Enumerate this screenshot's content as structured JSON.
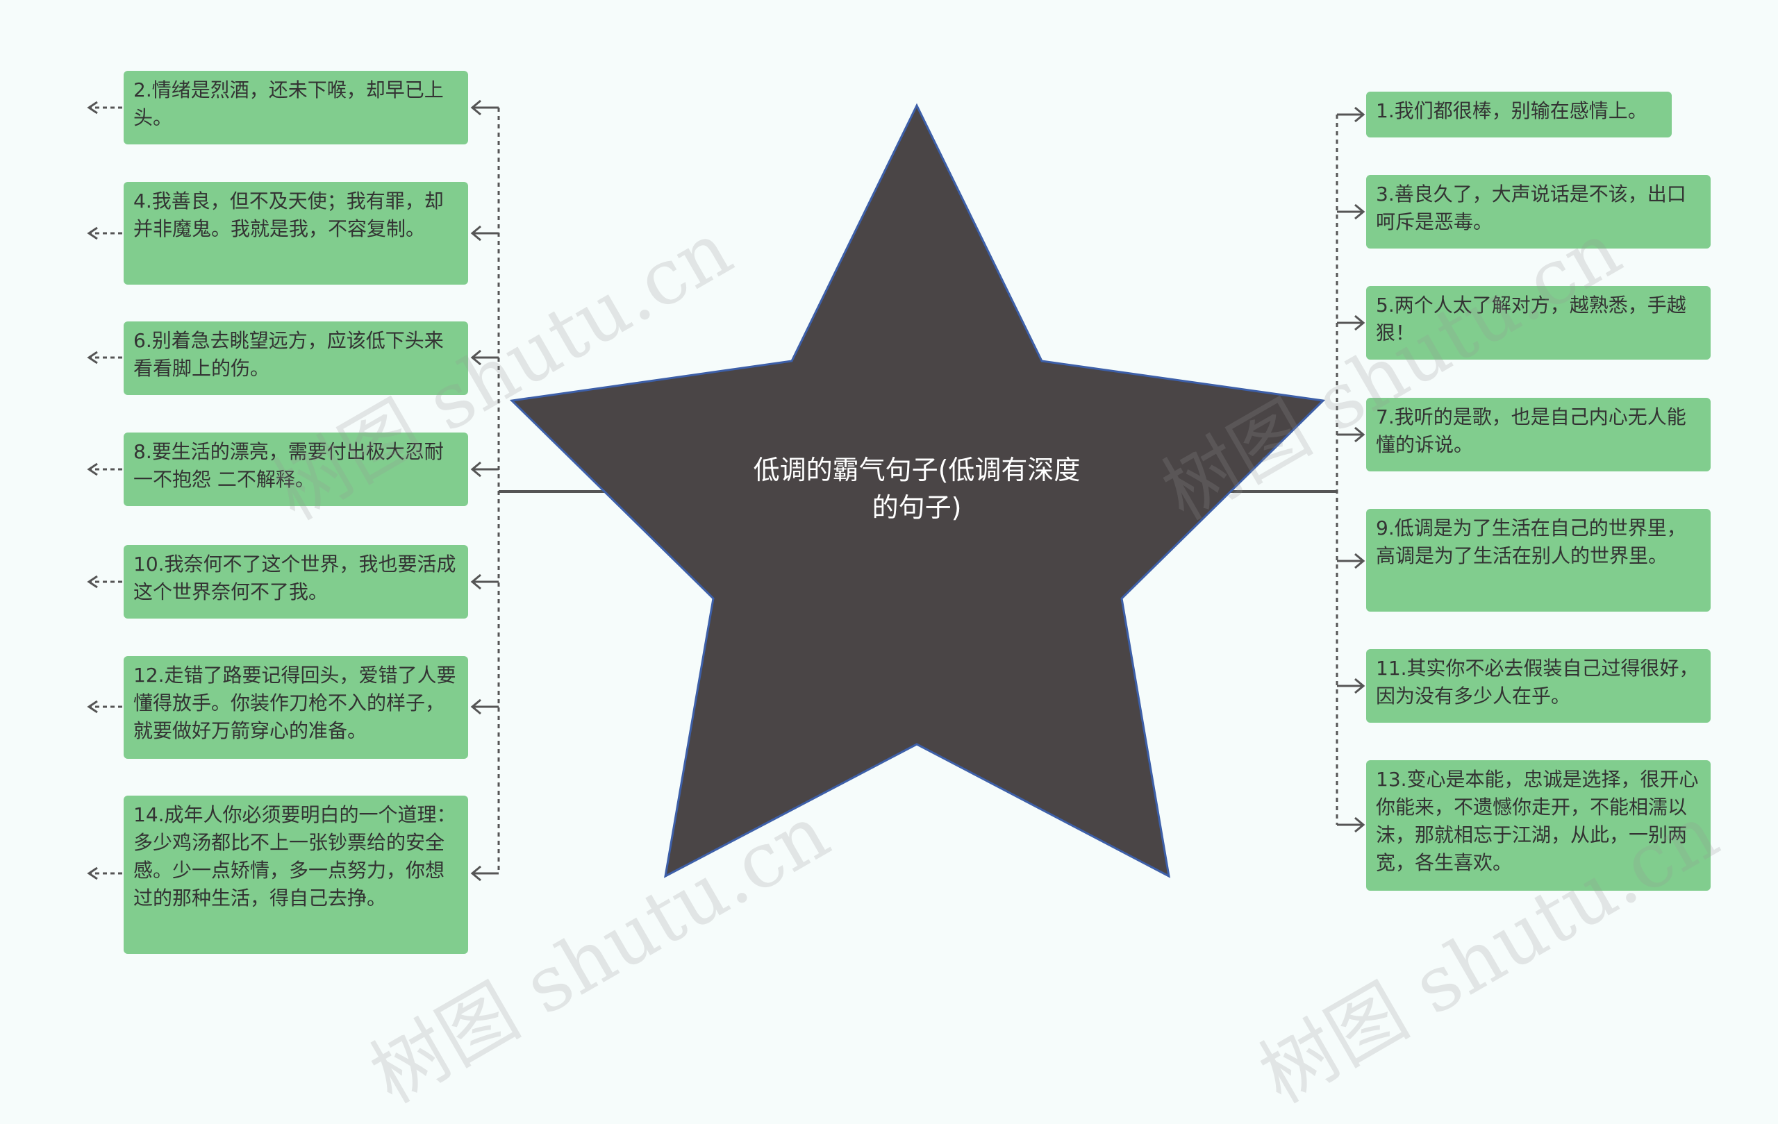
{
  "center": {
    "title": "低调的霸气句子(低调有深度的句子)"
  },
  "left_nodes": [
    {
      "text": "2.情绪是烈酒，还未下喉，却早已上头。"
    },
    {
      "text": "4.我善良，但不及天使；我有罪，却并非魔鬼。我就是我，不容复制。"
    },
    {
      "text": "6.别着急去眺望远方，应该低下头来看看脚上的伤。"
    },
    {
      "text": "8.要生活的漂亮，需要付出极大忍耐 一不抱怨 二不解释。"
    },
    {
      "text": "10.我奈何不了这个世界，我也要活成这个世界奈何不了我。"
    },
    {
      "text": "12.走错了路要记得回头，爱错了人要懂得放手。你装作刀枪不入的样子，就要做好万箭穿心的准备。"
    },
    {
      "text": "14.成年人你必须要明白的一个道理：多少鸡汤都比不上一张钞票给的安全感。少一点矫情，多一点努力，你想过的那种生活，得自己去挣。"
    }
  ],
  "right_nodes": [
    {
      "text": "1.我们都很棒，别输在感情上。"
    },
    {
      "text": "3.善良久了，大声说话是不该，出口呵斥是恶毒。"
    },
    {
      "text": "5.两个人太了解对方，越熟悉，手越狠！"
    },
    {
      "text": "7.我听的是歌，也是自己内心无人能懂的诉说。"
    },
    {
      "text": "9.低调是为了生活在自己的世界里，高调是为了生活在别人的世界里。"
    },
    {
      "text": "11.其实你不必去假装自己过得很好，因为没有多少人在乎。"
    },
    {
      "text": "13.变心是本能，忠诚是选择，很开心你能来，不遗憾你走开，不能相濡以沫，那就相忘于江湖，从此，一别两宽，各生喜欢。"
    }
  ],
  "watermark": {
    "text": "树图 shutu.cn"
  },
  "colors": {
    "node_fill": "#81cd8e",
    "star_fill": "#4a4546",
    "star_stroke": "#3d5fa8",
    "connector": "#555555"
  }
}
